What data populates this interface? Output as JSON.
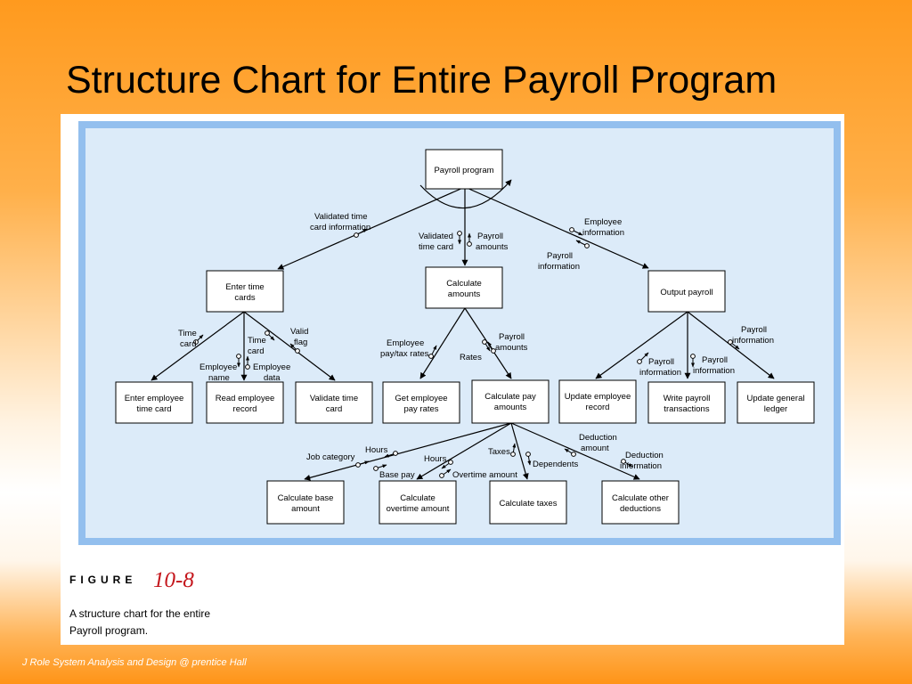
{
  "slide": {
    "title": "Structure Chart for Entire Payroll Program",
    "footer": "J Role System Analysis and Design @ prentice Hall"
  },
  "figure": {
    "label": "FIGURE",
    "number": "10-8",
    "caption": "A structure chart for the entire Payroll program."
  },
  "colors": {
    "background": "#ff9a1e",
    "frame": "#93bfee",
    "diagram_bg": "#dcebf9",
    "figure_number": "#c4161c"
  },
  "diagram": {
    "modules": {
      "payroll": [
        "Payroll program"
      ],
      "enter": [
        "Enter time",
        "cards"
      ],
      "calc": [
        "Calculate",
        "amounts"
      ],
      "output": [
        "Output payroll"
      ],
      "enter_emp": [
        "Enter employee",
        "time card"
      ],
      "read_emp": [
        "Read employee",
        "record"
      ],
      "validate": [
        "Validate time",
        "card"
      ],
      "get_emp": [
        "Get employee",
        "pay rates"
      ],
      "calc_pay": [
        "Calculate pay",
        "amounts"
      ],
      "upd_emp": [
        "Update employee",
        "record"
      ],
      "write_pay": [
        "Write payroll",
        "transactions"
      ],
      "upd_gen": [
        "Update general",
        "ledger"
      ],
      "base": [
        "Calculate base",
        "amount"
      ],
      "overtime": [
        "Calculate",
        "overtime amount"
      ],
      "taxes": [
        "Calculate taxes"
      ],
      "other": [
        "Calculate other",
        "deductions"
      ]
    },
    "couples": {
      "validated_time_card_info": [
        "Validated time",
        "card information"
      ],
      "validated_time_card": [
        "Validated",
        "time card"
      ],
      "payroll_amounts": [
        "Payroll",
        "amounts"
      ],
      "employee_info": [
        "Employee",
        "information"
      ],
      "payroll_info_top": [
        "Payroll",
        "information"
      ],
      "time_card_1": [
        "Time",
        "card"
      ],
      "time_card_2": [
        "Time",
        "card"
      ],
      "valid_flag": [
        "Valid",
        "flag"
      ],
      "employee_name": [
        "Employee",
        "name"
      ],
      "employee_data": [
        "Employee",
        "data"
      ],
      "emp_pay_tax_rates": [
        "Employee",
        "pay/tax rates"
      ],
      "rates": [
        "Rates"
      ],
      "payroll_amounts_2": [
        "Payroll",
        "amounts"
      ],
      "payroll_info_1": [
        "Payroll",
        "information"
      ],
      "payroll_info_2": [
        "Payroll",
        "information"
      ],
      "payroll_info_3": [
        "Payroll",
        "information"
      ],
      "job_category": [
        "Job category"
      ],
      "hours_1": [
        "Hours"
      ],
      "base_pay": [
        "Base pay"
      ],
      "hours_2": [
        "Hours"
      ],
      "overtime_amount": [
        "Overtime amount"
      ],
      "taxes": [
        "Taxes"
      ],
      "dependents": [
        "Dependents"
      ],
      "deduction_amount": [
        "Deduction",
        "amount"
      ],
      "deduction_info": [
        "Deduction",
        "information"
      ]
    }
  }
}
